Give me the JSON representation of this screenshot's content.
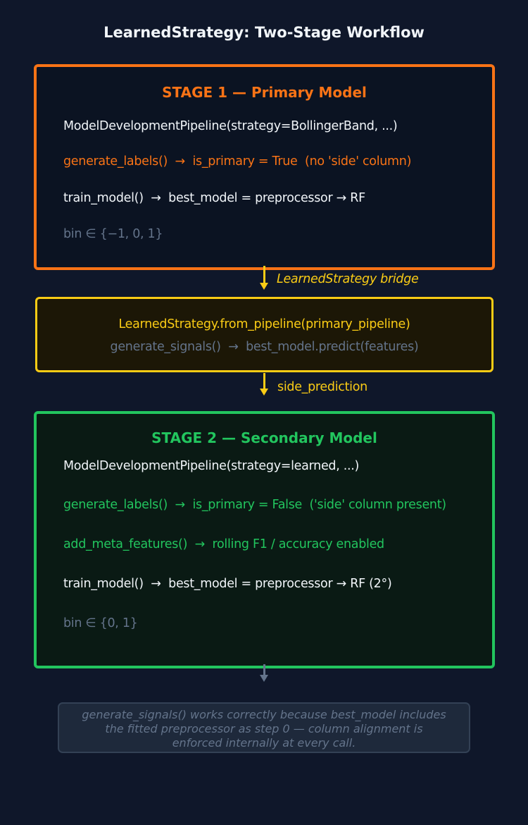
{
  "title": "LearnedStrategy: Two-Stage Workflow",
  "stage1": {
    "heading": "STAGE 1  —  Primary Model",
    "lines": [
      "ModelDevelopmentPipeline(strategy=BollingerBand, ...)",
      "generate_labels()  →  is_primary = True  (no 'side' column)",
      "train_model()  →  best_model = preprocessor → RF",
      "bin ∈ {−1, 0, 1}"
    ],
    "color": "#f97316"
  },
  "arrow1": {
    "label": "LearnedStrategy bridge",
    "color": "#facc15"
  },
  "bridge": {
    "lines": [
      "LearnedStrategy.from_pipeline(primary_pipeline)",
      "generate_signals()  →  best_model.predict(features)"
    ],
    "color": "#facc15"
  },
  "arrow2": {
    "label": "side_prediction",
    "color": "#facc15"
  },
  "stage2": {
    "heading": "STAGE 2  —  Secondary Model",
    "lines": [
      "ModelDevelopmentPipeline(strategy=learned, ...)",
      "generate_labels()  →  is_primary = False  ('side' column present)",
      "add_meta_features()  →  rolling F1 / accuracy enabled",
      "train_model()  →  best_model = preprocessor → RF (2°)",
      "bin ∈ {0, 1}"
    ],
    "color": "#22c55e"
  },
  "note": {
    "text": "generate_signals() works correctly because best_model includes\nthe fitted preprocessor as step 0 — column alignment is\nenforced internally at every call."
  }
}
